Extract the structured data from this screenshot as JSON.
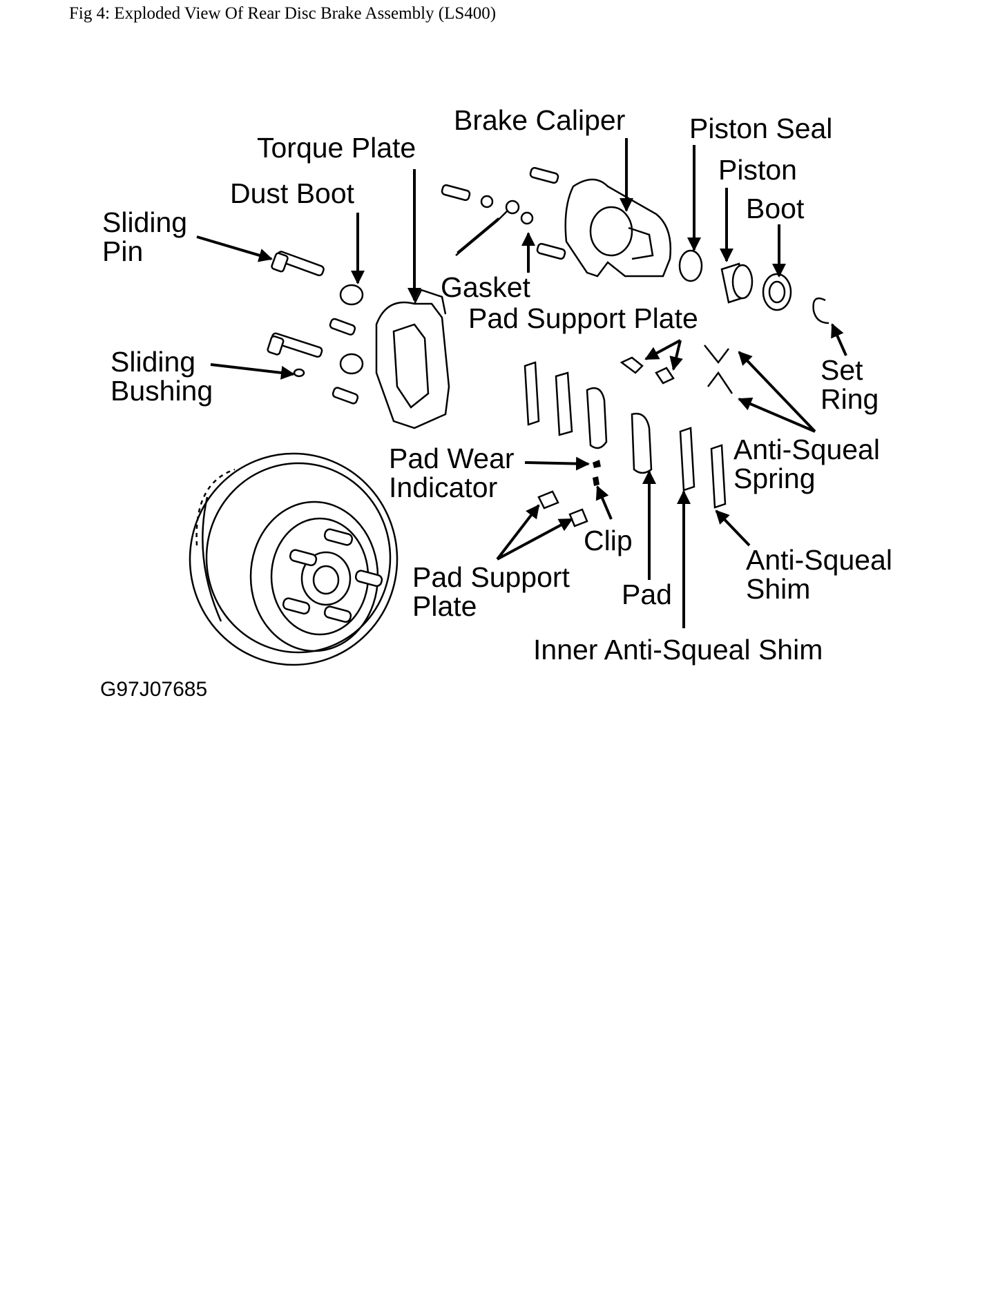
{
  "caption": "Fig 4: Exploded View Of Rear Disc Brake Assembly (LS400)",
  "labels": {
    "brake_caliper": "Brake Caliper",
    "piston_seal": "Piston Seal",
    "torque_plate": "Torque Plate",
    "piston": "Piston",
    "dust_boot": "Dust Boot",
    "boot": "Boot",
    "sliding_pin_1": "Sliding",
    "sliding_pin_2": "Pin",
    "gasket": "Gasket",
    "pad_support_plate_top": "Pad Support Plate",
    "sliding_bushing_1": "Sliding",
    "sliding_bushing_2": "Bushing",
    "set_ring_1": "Set",
    "set_ring_2": "Ring",
    "anti_squeal_spring_1": "Anti-Squeal",
    "anti_squeal_spring_2": "Spring",
    "pad_wear_indicator_1": "Pad Wear",
    "pad_wear_indicator_2": "Indicator",
    "clip": "Clip",
    "anti_squeal_shim_1": "Anti-Squeal",
    "anti_squeal_shim_2": "Shim",
    "pad_support_plate_bottom_1": "Pad Support",
    "pad_support_plate_bottom_2": "Plate",
    "pad": "Pad",
    "inner_anti_squeal_shim": "Inner Anti-Squeal Shim"
  },
  "figure_code": "G97J07685"
}
